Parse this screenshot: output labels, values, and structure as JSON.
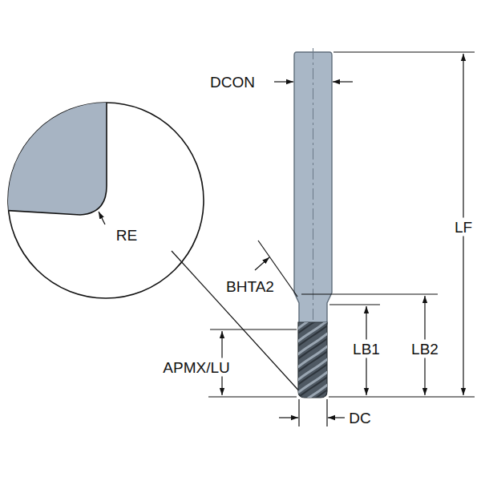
{
  "diagram": {
    "labels": [
      "DCON",
      "RE",
      "BHTA2",
      "LF",
      "LB1",
      "LB2",
      "APMX/LU",
      "DC"
    ]
  }
}
